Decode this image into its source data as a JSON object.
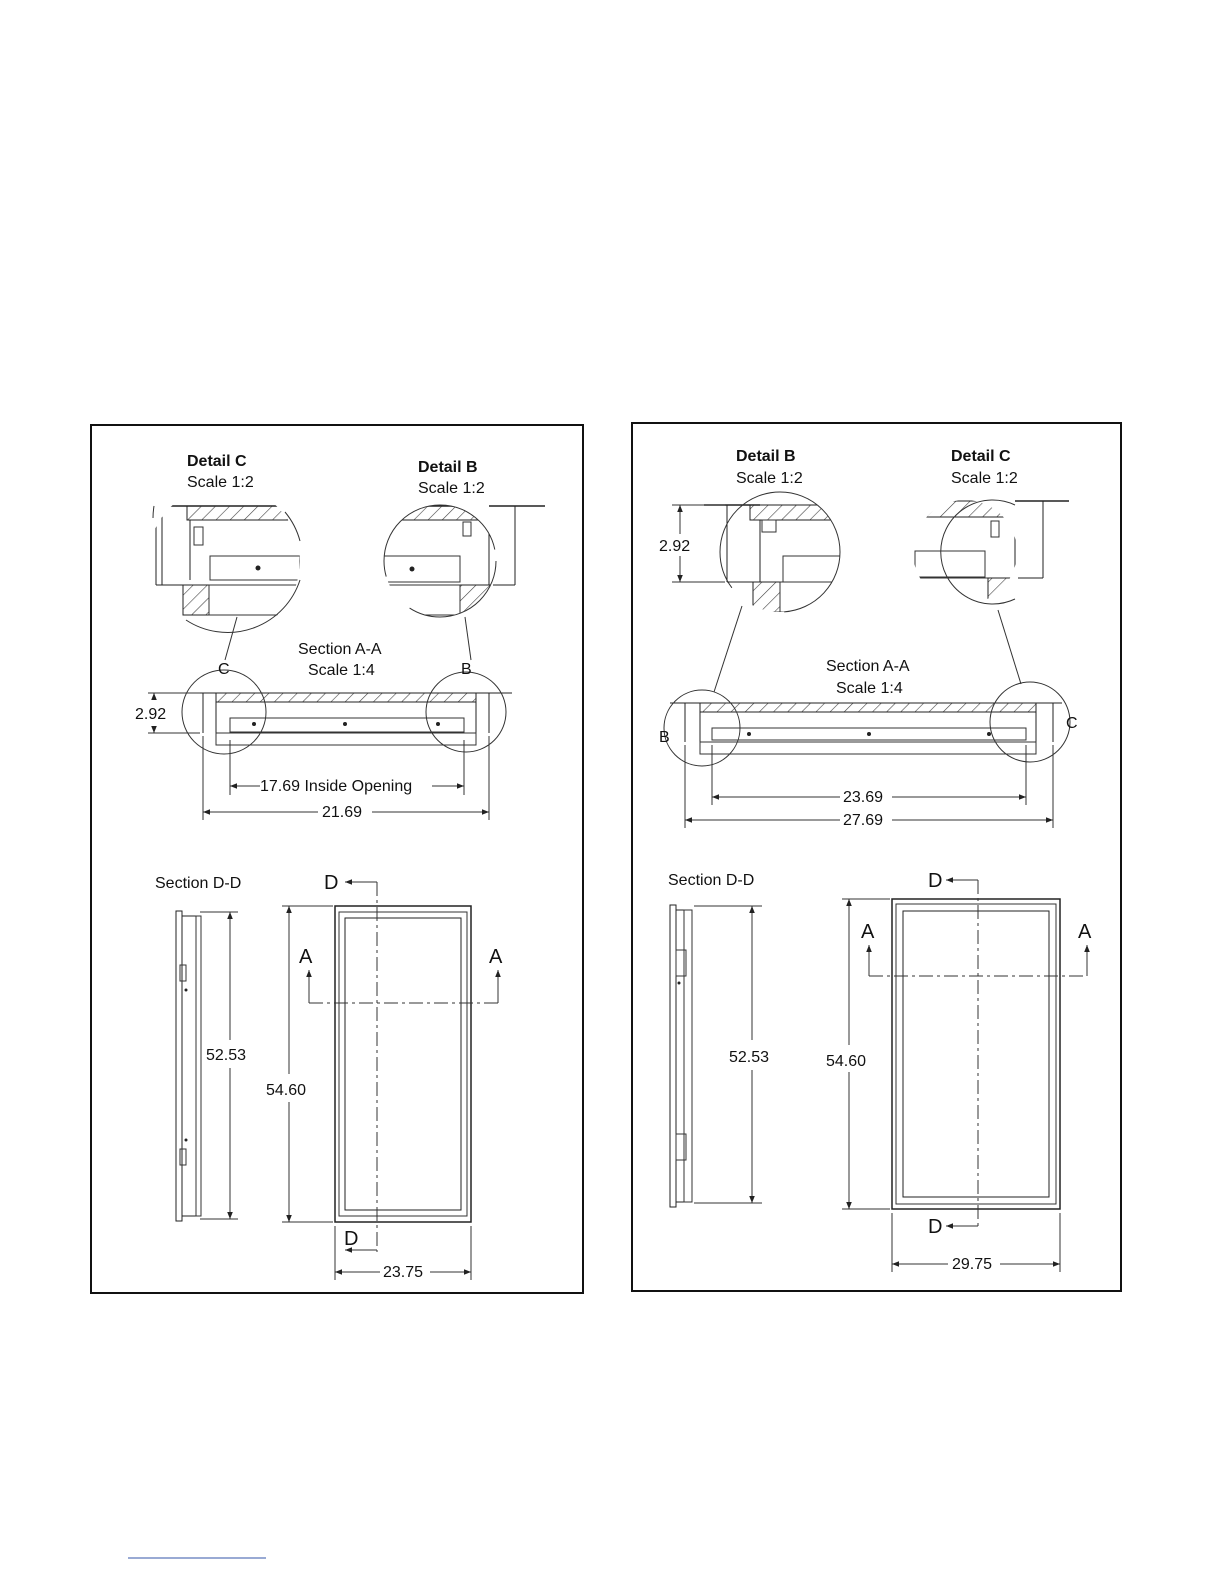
{
  "left_panel": {
    "detail_c": {
      "title": "Detail C",
      "scale": "Scale 1:2"
    },
    "detail_b": {
      "title": "Detail B",
      "scale": "Scale 1:2"
    },
    "section_aa": {
      "title": "Section A-A",
      "scale": "Scale 1:4"
    },
    "callout_c": "C",
    "callout_b": "B",
    "dim_height": "2.92",
    "dim_inside": "17.69 Inside Opening",
    "dim_overall": "21.69",
    "section_dd": "Section D-D",
    "dim_side": "52.53",
    "dim_front_h": "54.60",
    "dim_front_w": "23.75",
    "mark_a": "A",
    "mark_d": "D"
  },
  "right_panel": {
    "detail_b": {
      "title": "Detail B",
      "scale": "Scale 1:2"
    },
    "detail_c": {
      "title": "Detail C",
      "scale": "Scale 1:2"
    },
    "section_aa": {
      "title": "Section A-A",
      "scale": "Scale 1:4"
    },
    "callout_b": "B",
    "callout_c": "C",
    "dim_height": "2.92",
    "dim_inner": "23.69",
    "dim_overall": "27.69",
    "section_dd": "Section D-D",
    "dim_side": "52.53",
    "dim_front_h": "54.60",
    "dim_front_w": "29.75",
    "mark_a": "A",
    "mark_d": "D"
  },
  "colors": {
    "line": "#222222",
    "hatch": "#444444",
    "frame": "#111111"
  }
}
